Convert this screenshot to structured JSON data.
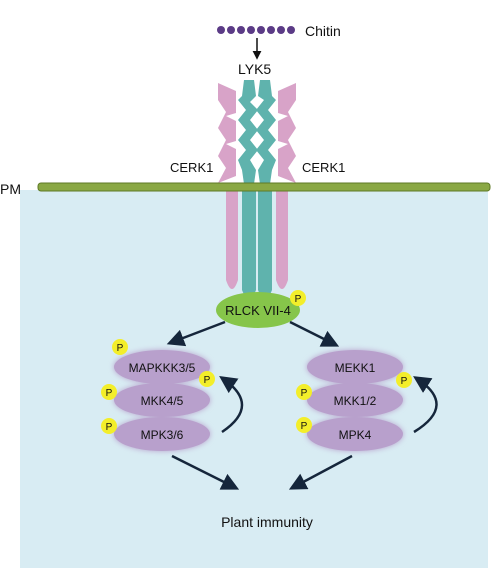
{
  "ligand": {
    "label": "Chitin"
  },
  "receptors": {
    "lyk5": "LYK5",
    "cerk1_left": "CERK1",
    "cerk1_right": "CERK1"
  },
  "membrane": {
    "label": "PM"
  },
  "kinase": {
    "label": "RLCK VII-4"
  },
  "phospho": {
    "label": "P"
  },
  "left_cascade": {
    "mapkkk": "MAPKKK3/5",
    "mkk": "MKK4/5",
    "mpk": "MPK3/6"
  },
  "right_cascade": {
    "mekk": "MEKK1",
    "mkk": "MKK1/2",
    "mpk": "MPK4"
  },
  "output": {
    "label": "Plant immunity"
  },
  "colors": {
    "cytoplasm": "#d8ecf3",
    "membrane": "#8aa844",
    "cerk1": "#d8a3c8",
    "lyk5": "#5fb3ad",
    "rlck": "#86c54a",
    "mapk": "#b8a0cc",
    "phospho": "#f3ee2a",
    "chitin": "#5b3b86"
  }
}
